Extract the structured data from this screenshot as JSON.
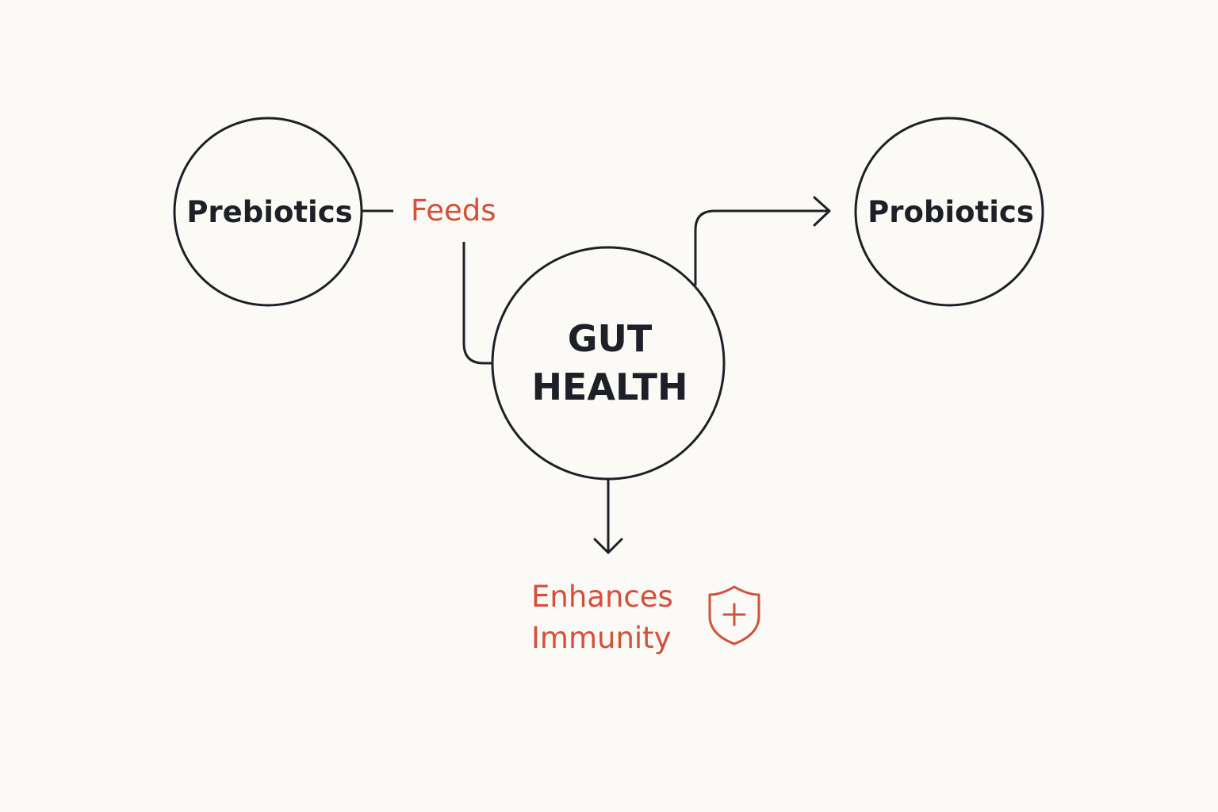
{
  "colors": {
    "background": "#fcfaf6",
    "ink": "#1d2127",
    "accent": "#d94e37"
  },
  "nodes": {
    "prebiotics": {
      "label": "Prebiotics"
    },
    "gut_health": {
      "line1": "GUT",
      "line2": "HEALTH"
    },
    "probiotics": {
      "label": "Probiotics"
    }
  },
  "connectors": {
    "feeds": "Feeds",
    "outcome_line1": "Enhances",
    "outcome_line2": "Immunity",
    "outcome_icon": "shield-plus-icon"
  }
}
